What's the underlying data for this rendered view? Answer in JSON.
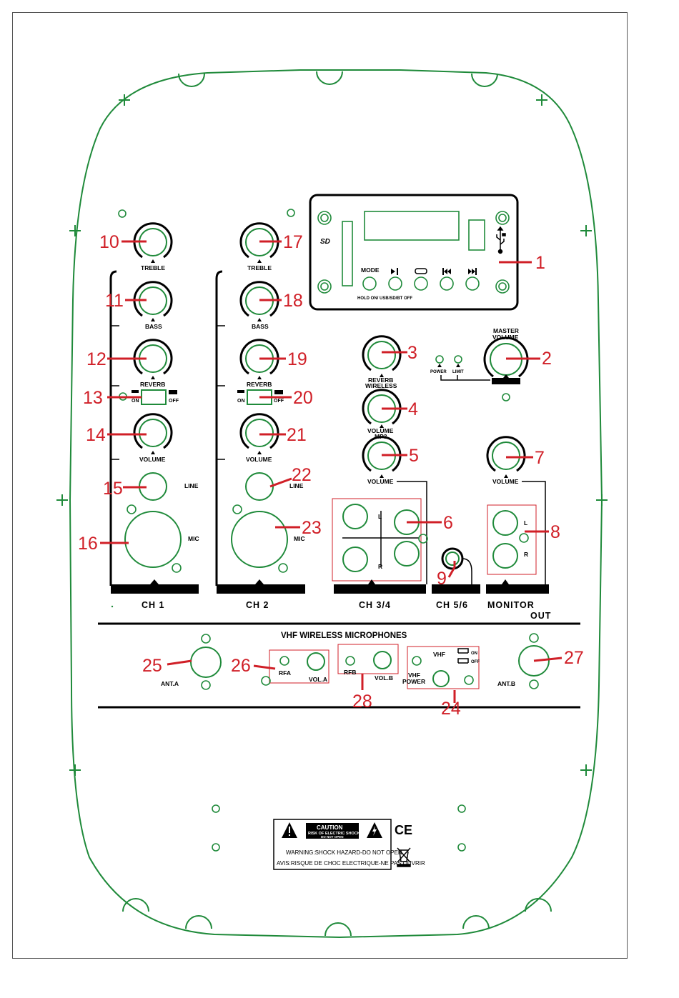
{
  "channels": {
    "ch1": "CH 1",
    "ch2": "CH 2",
    "ch34": "CH 3/4",
    "ch56": "CH 5/6",
    "monitor_line1": "MONITOR",
    "monitor_line2": "OUT"
  },
  "control_labels": {
    "treble": "TREBLE",
    "bass": "BASS",
    "reverb": "REVERB",
    "on": "ON",
    "off": "OFF",
    "volume": "VOLUME",
    "line": "LINE",
    "mic": "MIC",
    "reverb_wireless_1": "REVERB",
    "reverb_wireless_2": "WIRELESS",
    "volume_mp3_1": "VOLUME",
    "volume_mp3_2": "MP3",
    "master_volume_1": "MASTER",
    "master_volume_2": "VOLUME",
    "power": "POWER",
    "limit": "LIMIT",
    "jack_l": "L",
    "jack_r": "R"
  },
  "mp3_player": {
    "mode": "MODE",
    "hold_note": "HOLD ON/ USB/SD/BT OFF",
    "sd_logo": "SD"
  },
  "wireless": {
    "title": "VHF WIRELESS MICROPHONES",
    "ant_a": "ANT.A",
    "ant_b": "ANT.B",
    "rfa": "RFA",
    "vol_a": "VOL.A",
    "rfb": "RFB",
    "vol_b": "VOL.B",
    "vhf": "VHF",
    "vhf_power_1": "VHF",
    "vhf_power_2": "POWER",
    "on": "ON",
    "off": "OFF"
  },
  "warning": {
    "caution": "CAUTION",
    "risk": "RISK OF ELECTRIC SHOCK",
    "do_not_open": "DO NOT OPEN",
    "line1": "WARNING:SHOCK HAZARD-DO NOT OPEN",
    "line2": "AVIS:RISQUE DE CHOC ELECTRIQUE-NE PAS OUVRIR",
    "ce": "CE"
  },
  "callouts": [
    "1",
    "2",
    "3",
    "4",
    "5",
    "6",
    "7",
    "8",
    "9",
    "10",
    "11",
    "12",
    "13",
    "14",
    "15",
    "16",
    "17",
    "18",
    "19",
    "20",
    "21",
    "22",
    "23",
    "24",
    "25",
    "26",
    "27",
    "28"
  ],
  "colors": {
    "outline": "#1f8a3a",
    "callout": "#d01f27",
    "ink": "#000000"
  }
}
